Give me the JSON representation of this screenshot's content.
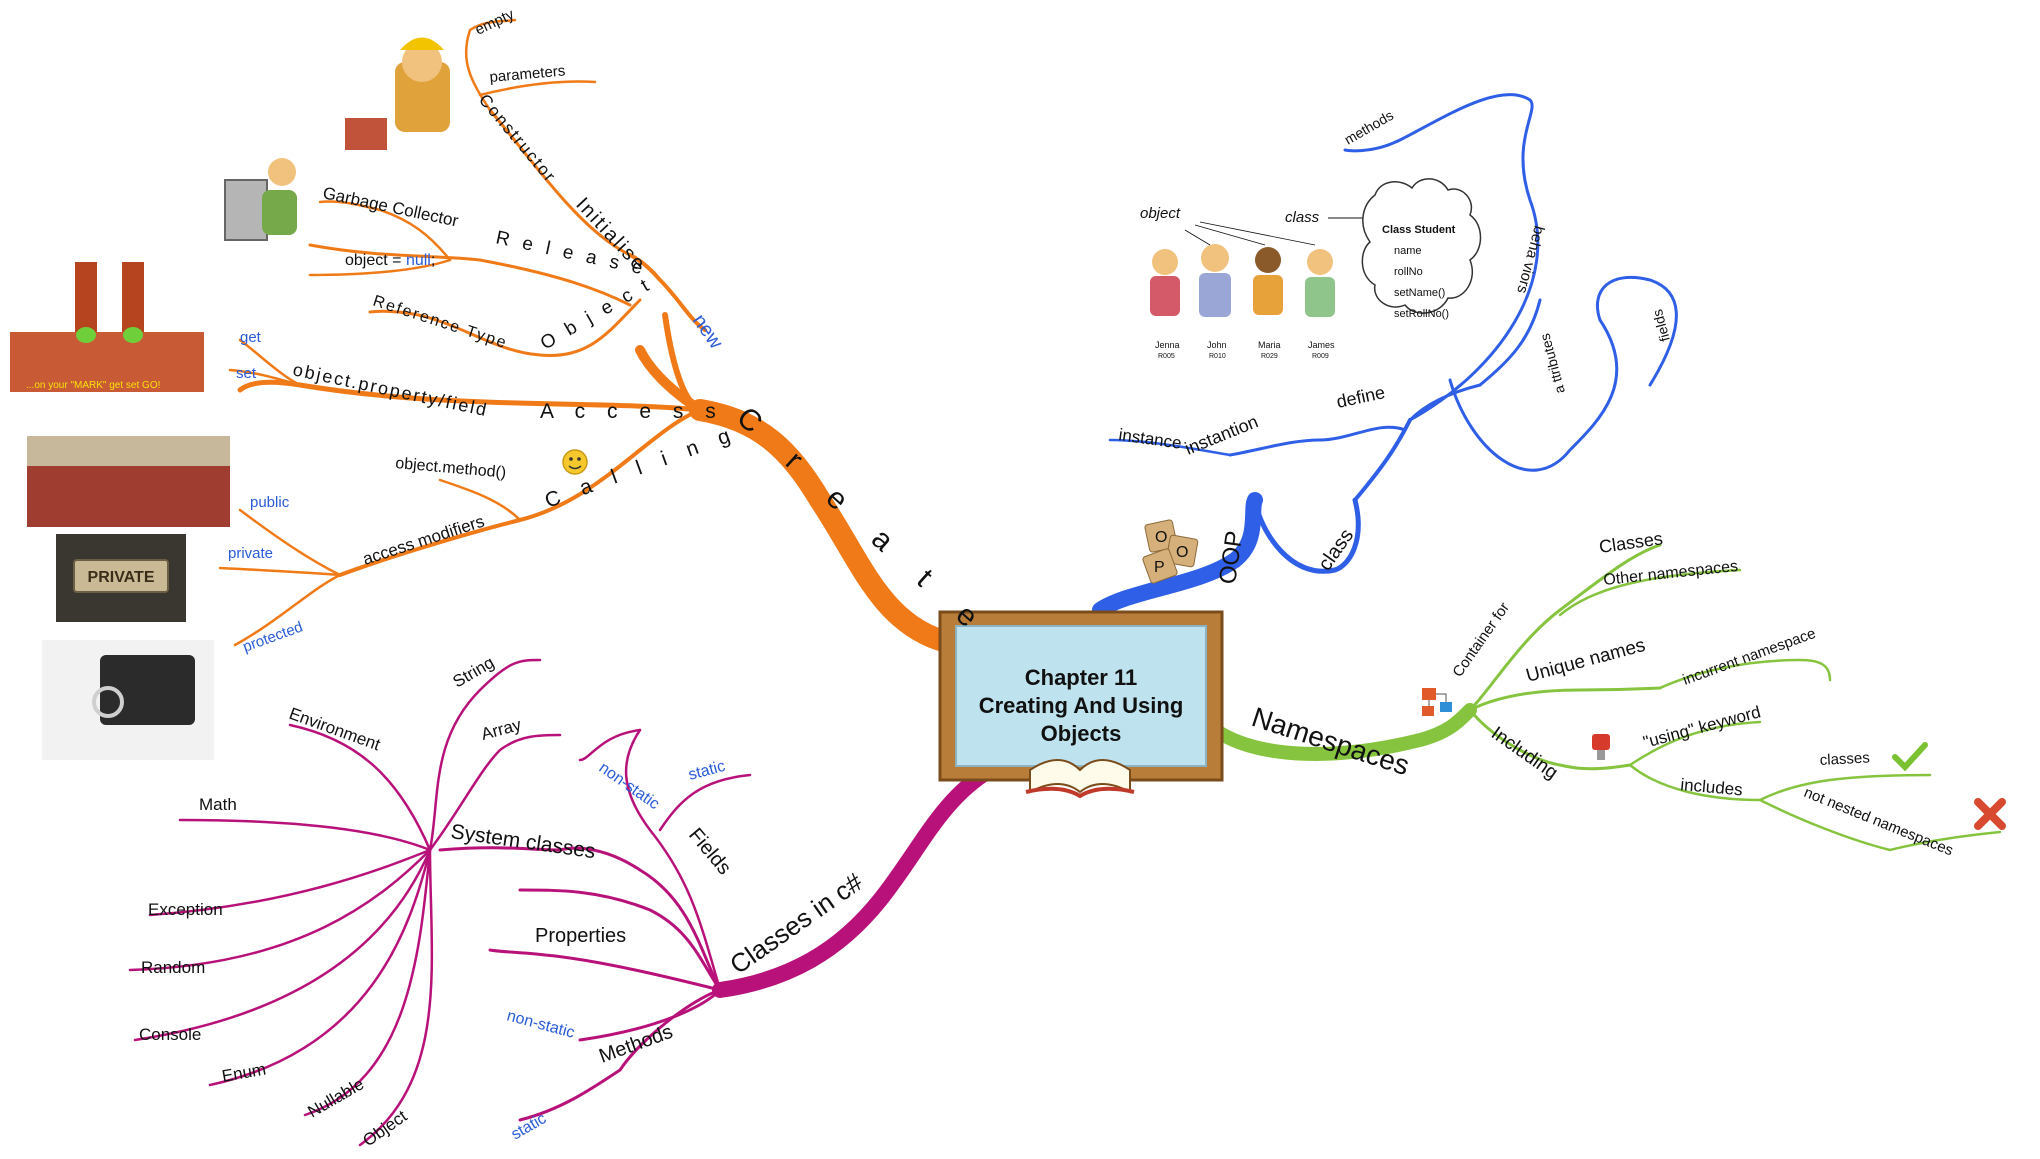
{
  "center": {
    "line1": "Chapter 11",
    "line2": "Creating And Using",
    "line3": "Objects"
  },
  "colors": {
    "create": "#f07a17",
    "oop": "#2f5fe6",
    "namespaces": "#86c43f",
    "classes": "#b8127a",
    "text": "#111111",
    "accent_text": "#2a5bd7"
  },
  "create": {
    "main": "C r e a t e",
    "new": "new",
    "initialise": "Initialise",
    "constructor": "Constructor",
    "empty": "empty",
    "parameters": "parameters",
    "object": "O b j e c t",
    "release": "R e l e a s e",
    "garbage_collector": "Garbage Collector",
    "object_null_prefix": "object = ",
    "object_null_kw": "null",
    "object_null_suffix": ";",
    "reference_type": "Reference Type",
    "access": "A c c e s s",
    "property_field": "object.property/field",
    "get": "get",
    "set": "set",
    "calling": "C a l l i n g",
    "method_call": "object.method()",
    "access_modifiers": "access modifiers",
    "public": "public",
    "private": "private",
    "protected": "protected",
    "start_banner": "...on your \"MARK\" get set  GO!",
    "private_sign": "PRIVATE"
  },
  "oop": {
    "main": "OOP",
    "tiles": [
      "O",
      "O",
      "P"
    ],
    "class": "class",
    "define": "define",
    "instantion": "instantion",
    "instance": "instance",
    "behaviors": "beha viors",
    "methods": "methods",
    "attributes": "a ttributes",
    "fields": "fields",
    "figure": {
      "object_label": "object",
      "class_label": "class",
      "class_title": "Class Student",
      "members": [
        "name",
        "rollNo",
        "setName()",
        "setRollNo()"
      ],
      "students": [
        {
          "name": "Jenna",
          "id": "R005"
        },
        {
          "name": "John",
          "id": "R010"
        },
        {
          "name": "Maria",
          "id": "R029"
        },
        {
          "name": "James",
          "id": "R009"
        }
      ]
    }
  },
  "namespaces": {
    "main": "Namespaces",
    "container_for": "Container for",
    "classes": "Classes",
    "other_namespaces": "Other namespaces",
    "unique_names": "Unique names",
    "incurrent_namespace": "incurrent namespace",
    "including": "Including",
    "using_keyword": "\"using\" keyword",
    "includes": "includes",
    "classes_small": "classes",
    "not_nested": "not nested namespaces"
  },
  "classes": {
    "main": "Classes in c#",
    "system_classes": "System classes",
    "system_list": [
      "String",
      "Array",
      "Environment",
      "Math",
      "Exception",
      "Random",
      "Console",
      "Enum",
      "Nullable",
      "Object"
    ],
    "fields": "Fields",
    "non_static": "non-static",
    "static": "static",
    "properties": "Properties",
    "methods": "Methods"
  }
}
